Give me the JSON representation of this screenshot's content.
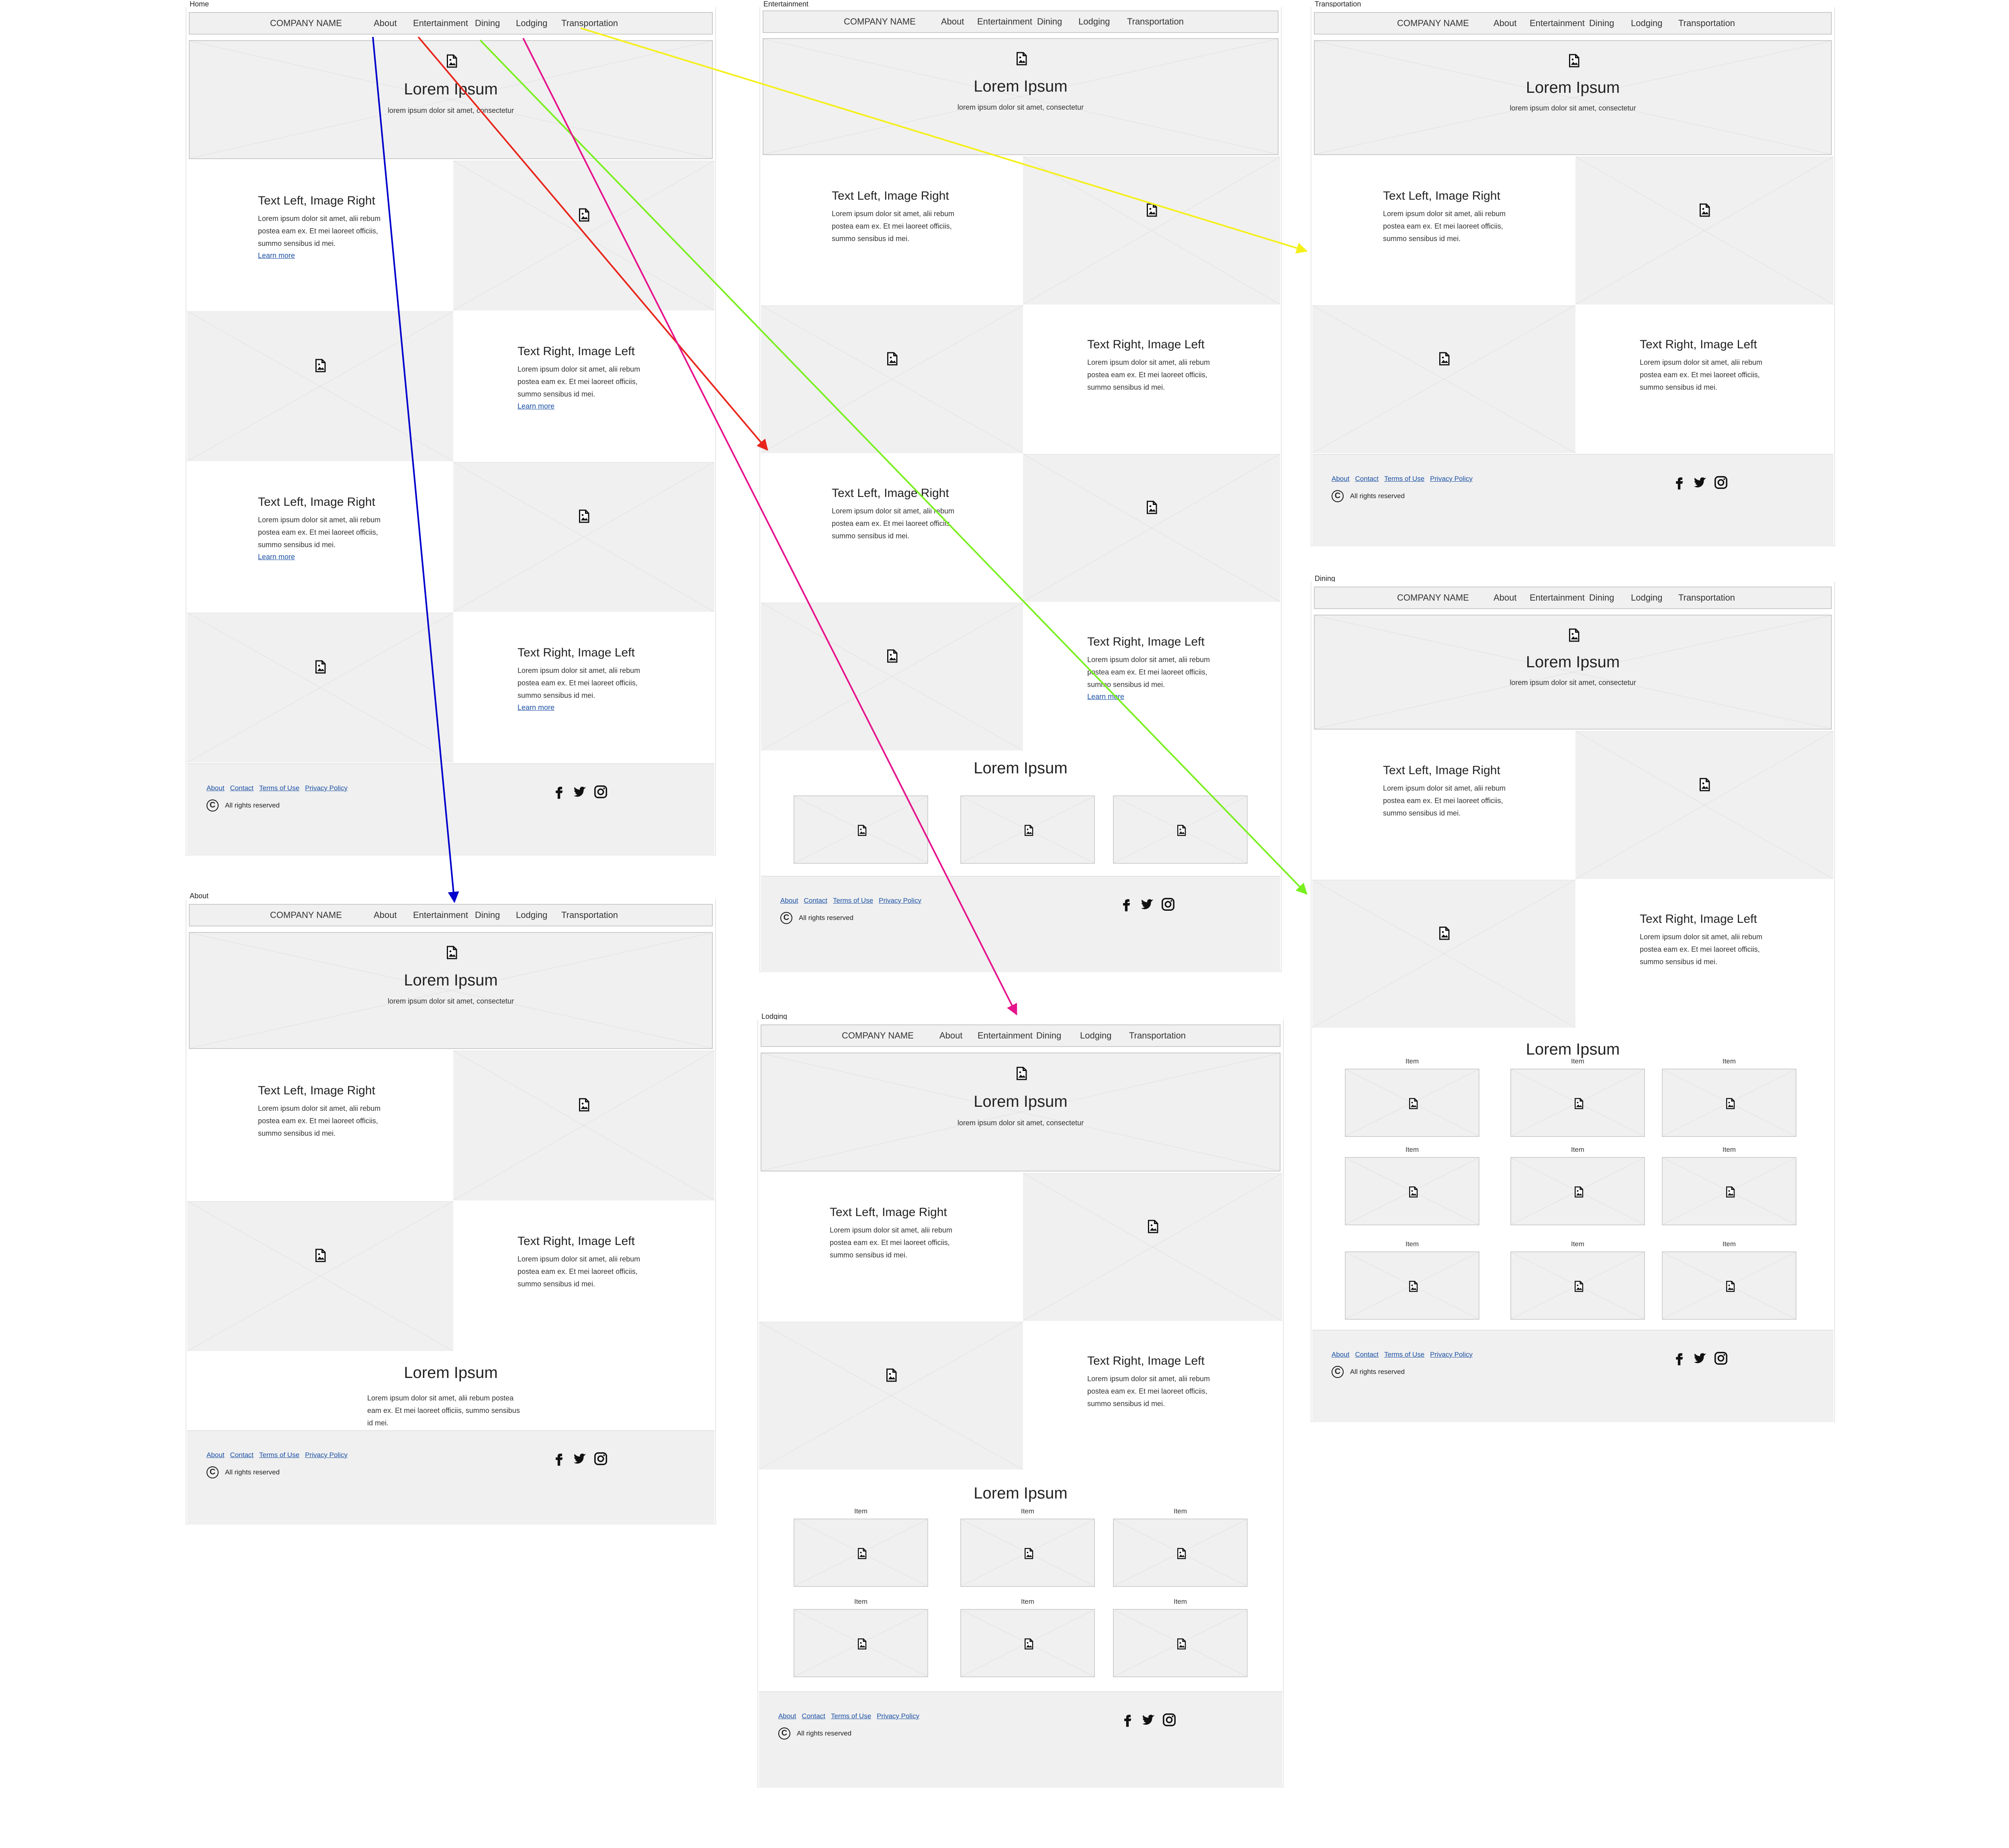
{
  "pages": [
    {
      "id": "home",
      "title": "Home"
    },
    {
      "id": "about",
      "title": "About"
    },
    {
      "id": "entertainment",
      "title": "Entertainment"
    },
    {
      "id": "lodging",
      "title": "Lodging"
    },
    {
      "id": "transportation",
      "title": "Transportation"
    },
    {
      "id": "dining",
      "title": "Dining"
    }
  ],
  "nav": {
    "company": "COMPANY NAME",
    "items": [
      "About",
      "Entertainment",
      "Dining",
      "Lodging",
      "Transportation"
    ]
  },
  "hero": {
    "title": "Lorem Ipsum",
    "subtitle": "lorem ipsum dolor sit amet, consectetur"
  },
  "blocks": {
    "left_title": "Text Left, Image Right",
    "right_title": "Text Right, Image Left",
    "body": "Lorem ipsum dolor sit amet, alii rebum postea eam ex. Et mei laoreet officiis, summo sensibus id mei.",
    "learn_more": "Learn more"
  },
  "about_section": {
    "title": "Lorem Ipsum",
    "body": "Lorem ipsum dolor sit amet, alii rebum postea eam ex. Et mei laoreet officiis, summo sensibus id mei."
  },
  "gallery": {
    "title": "Lorem Ipsum",
    "item_label": "Item"
  },
  "footer": {
    "links": [
      "About",
      "Contact",
      "Terms of Use",
      "Privacy Policy"
    ],
    "copyright": "All rights reserved",
    "copyright_symbol": "C"
  },
  "icons": {
    "image": "image-icon",
    "facebook": "facebook-icon",
    "twitter": "twitter-icon",
    "instagram": "instagram-icon"
  },
  "flow_links": [
    {
      "from": "About",
      "to": "About",
      "color": "#0000cc"
    },
    {
      "from": "Entertainment",
      "to": "Entertainment",
      "color": "#e8251b"
    },
    {
      "from": "Dining",
      "to": "Dining",
      "color": "#78f01e"
    },
    {
      "from": "Lodging",
      "to": "Lodging",
      "color": "#e6138c"
    },
    {
      "from": "Transportation",
      "to": "Transportation",
      "color": "#f5f01a"
    }
  ],
  "colors": {
    "placeholder": "#f0f0f0",
    "border": "#c9c9c9",
    "link": "#1a4fa3"
  }
}
